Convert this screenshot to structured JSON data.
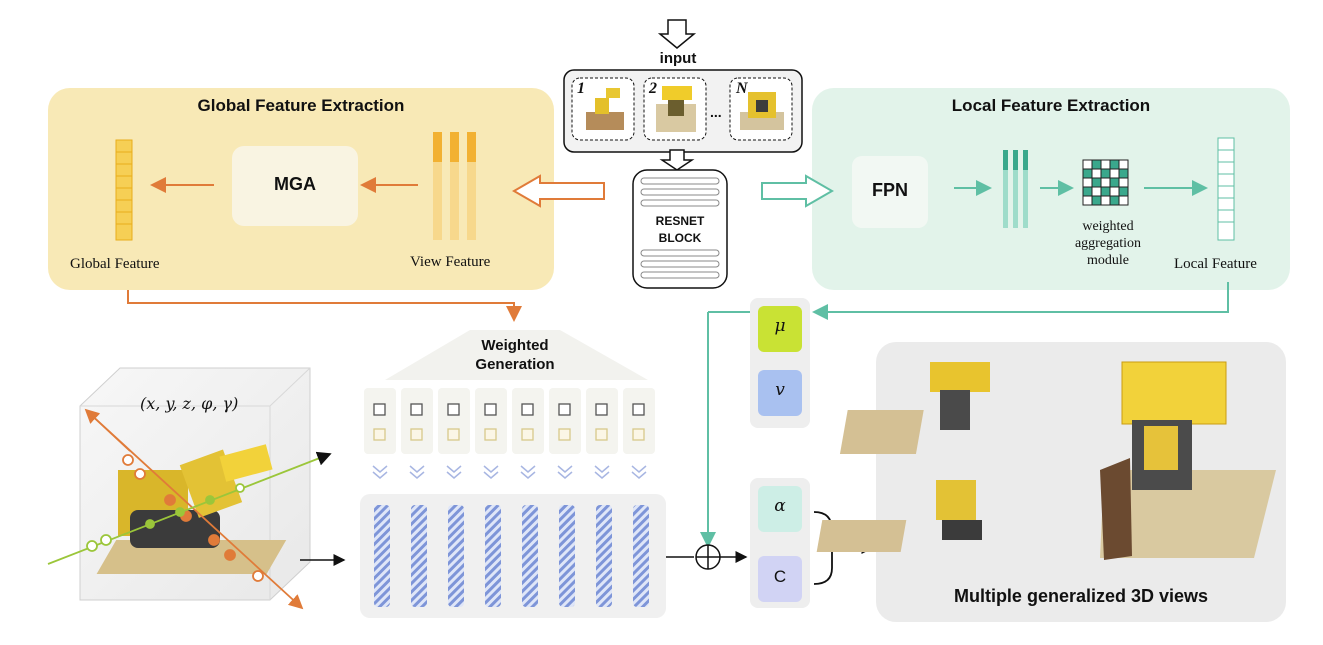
{
  "input": {
    "label": "input",
    "thumbs": [
      "1",
      "2",
      "N"
    ],
    "ellipsis": "..."
  },
  "resnet": {
    "line1": "RESNET",
    "line2": "BLOCK"
  },
  "global_panel": {
    "title": "Global Feature Extraction",
    "mga": "MGA",
    "global_feature": "Global Feature",
    "view_feature": "View Feature"
  },
  "local_panel": {
    "title": "Local Feature Extraction",
    "fpn": "FPN",
    "weighted_aggregation": "weighted\naggregation\nmodule",
    "local_feature": "Local Feature"
  },
  "weighted_generation": {
    "label": "Weighted\nGeneration"
  },
  "coords": "(x, y, z, φ, γ)",
  "params": {
    "mu": "μ",
    "nu": "v",
    "alpha": "α",
    "c": "C"
  },
  "output": {
    "caption": "Multiple generalized 3D views"
  },
  "colors": {
    "global_bg": "#f8e9b6",
    "local_bg": "#e2f3ea",
    "orange": "#e07b39",
    "teal": "#5fbfa4",
    "mu": "#c9e234",
    "nu": "#a9c1f0",
    "alpha": "#cdeee6",
    "c": "#d1d3f4",
    "hatch": "#7e95d8"
  }
}
